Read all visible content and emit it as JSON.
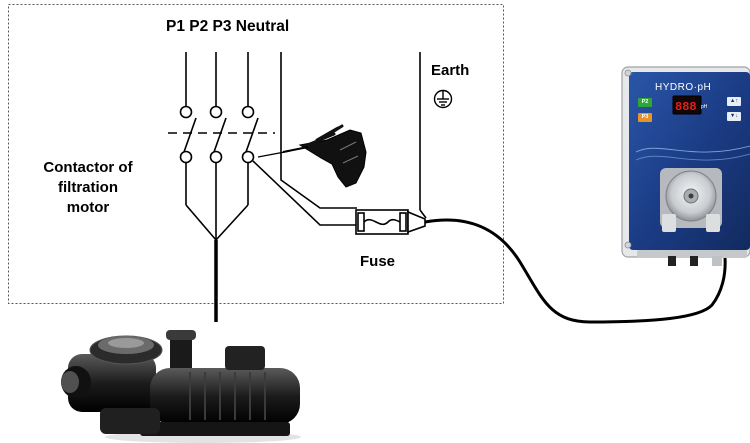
{
  "labels": {
    "phases": "P1 P2 P3 Neutral",
    "earth": "Earth",
    "contactor_line1": "Contactor of",
    "contactor_line2": "filtration",
    "contactor_line3": "motor",
    "fuse": "Fuse"
  },
  "device": {
    "brand": "HYDRO·pH",
    "ph_unit": "pH",
    "buttons": {
      "left_top": "P2",
      "left_bottom": "P3",
      "right_top": "▲↑",
      "right_bottom": "▼↓"
    }
  },
  "colors": {
    "device_body": "#1f3f86",
    "device_frame": "#e6e8ea",
    "display_red": "#e0201b",
    "wire": "#000000"
  }
}
